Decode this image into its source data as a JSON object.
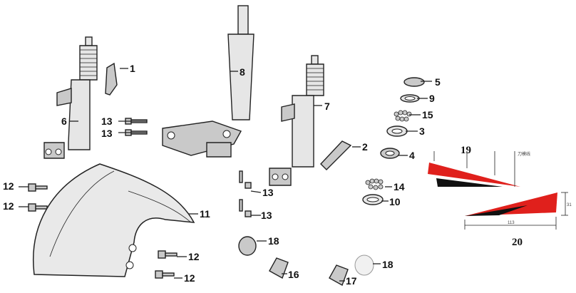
{
  "labels": {
    "p1": "1",
    "p2": "2",
    "p3": "3",
    "p4": "4",
    "p5": "5",
    "p6": "6",
    "p7": "7",
    "p8": "8",
    "p9": "9",
    "p10": "10",
    "p11": "11",
    "p12a": "12",
    "p12b": "12",
    "p12c": "12",
    "p12d": "12",
    "p13a": "13",
    "p13b": "13",
    "p13c": "13",
    "p13d": "13",
    "p14": "14",
    "p15": "15",
    "p16": "16",
    "p17": "17",
    "p18a": "18",
    "p18b": "18",
    "p19": "19",
    "p20": "20"
  },
  "decal": {
    "dim_width": "113",
    "dim_height": "31",
    "note": "刀模线",
    "colors": {
      "red": "#e0201c",
      "black": "#111111"
    }
  }
}
